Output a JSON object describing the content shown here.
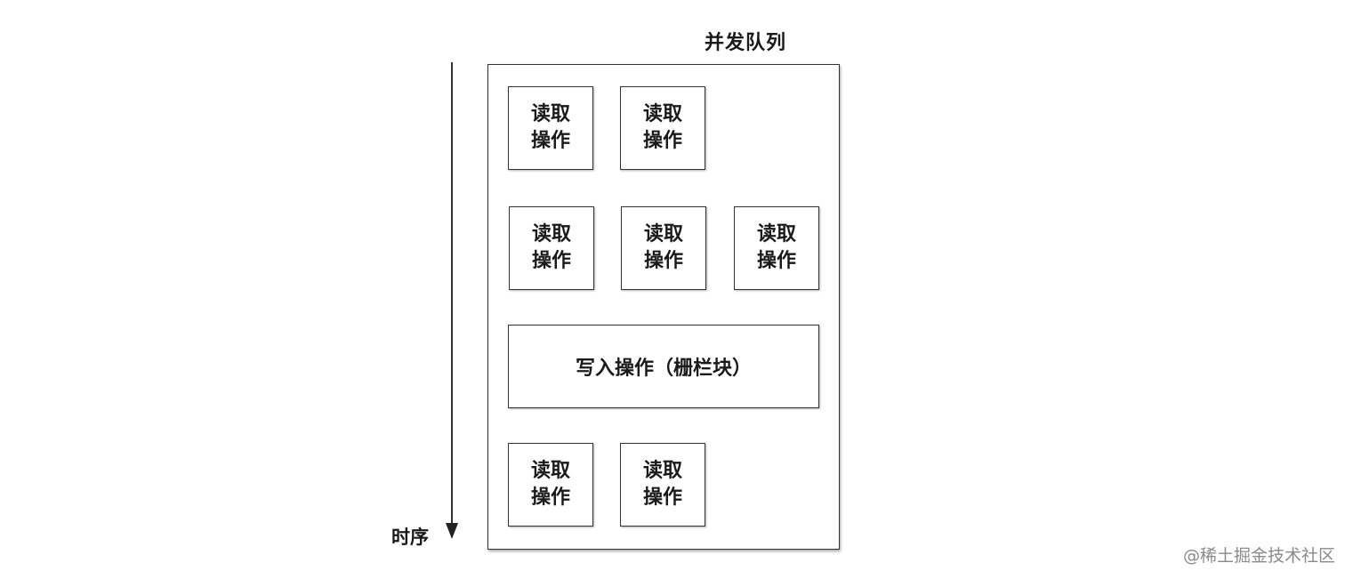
{
  "diagram": {
    "queue_title": "并发队列",
    "time_label": "时序",
    "read_op": {
      "line1": "读取",
      "line2": "操作"
    },
    "write_op": {
      "label": "写入操作（栅栏块）"
    },
    "rows": [
      {
        "read_count": 2
      },
      {
        "read_count": 3
      },
      {
        "barrier": true
      },
      {
        "read_count": 2
      }
    ]
  },
  "watermark": "@稀土掘金技术社区"
}
